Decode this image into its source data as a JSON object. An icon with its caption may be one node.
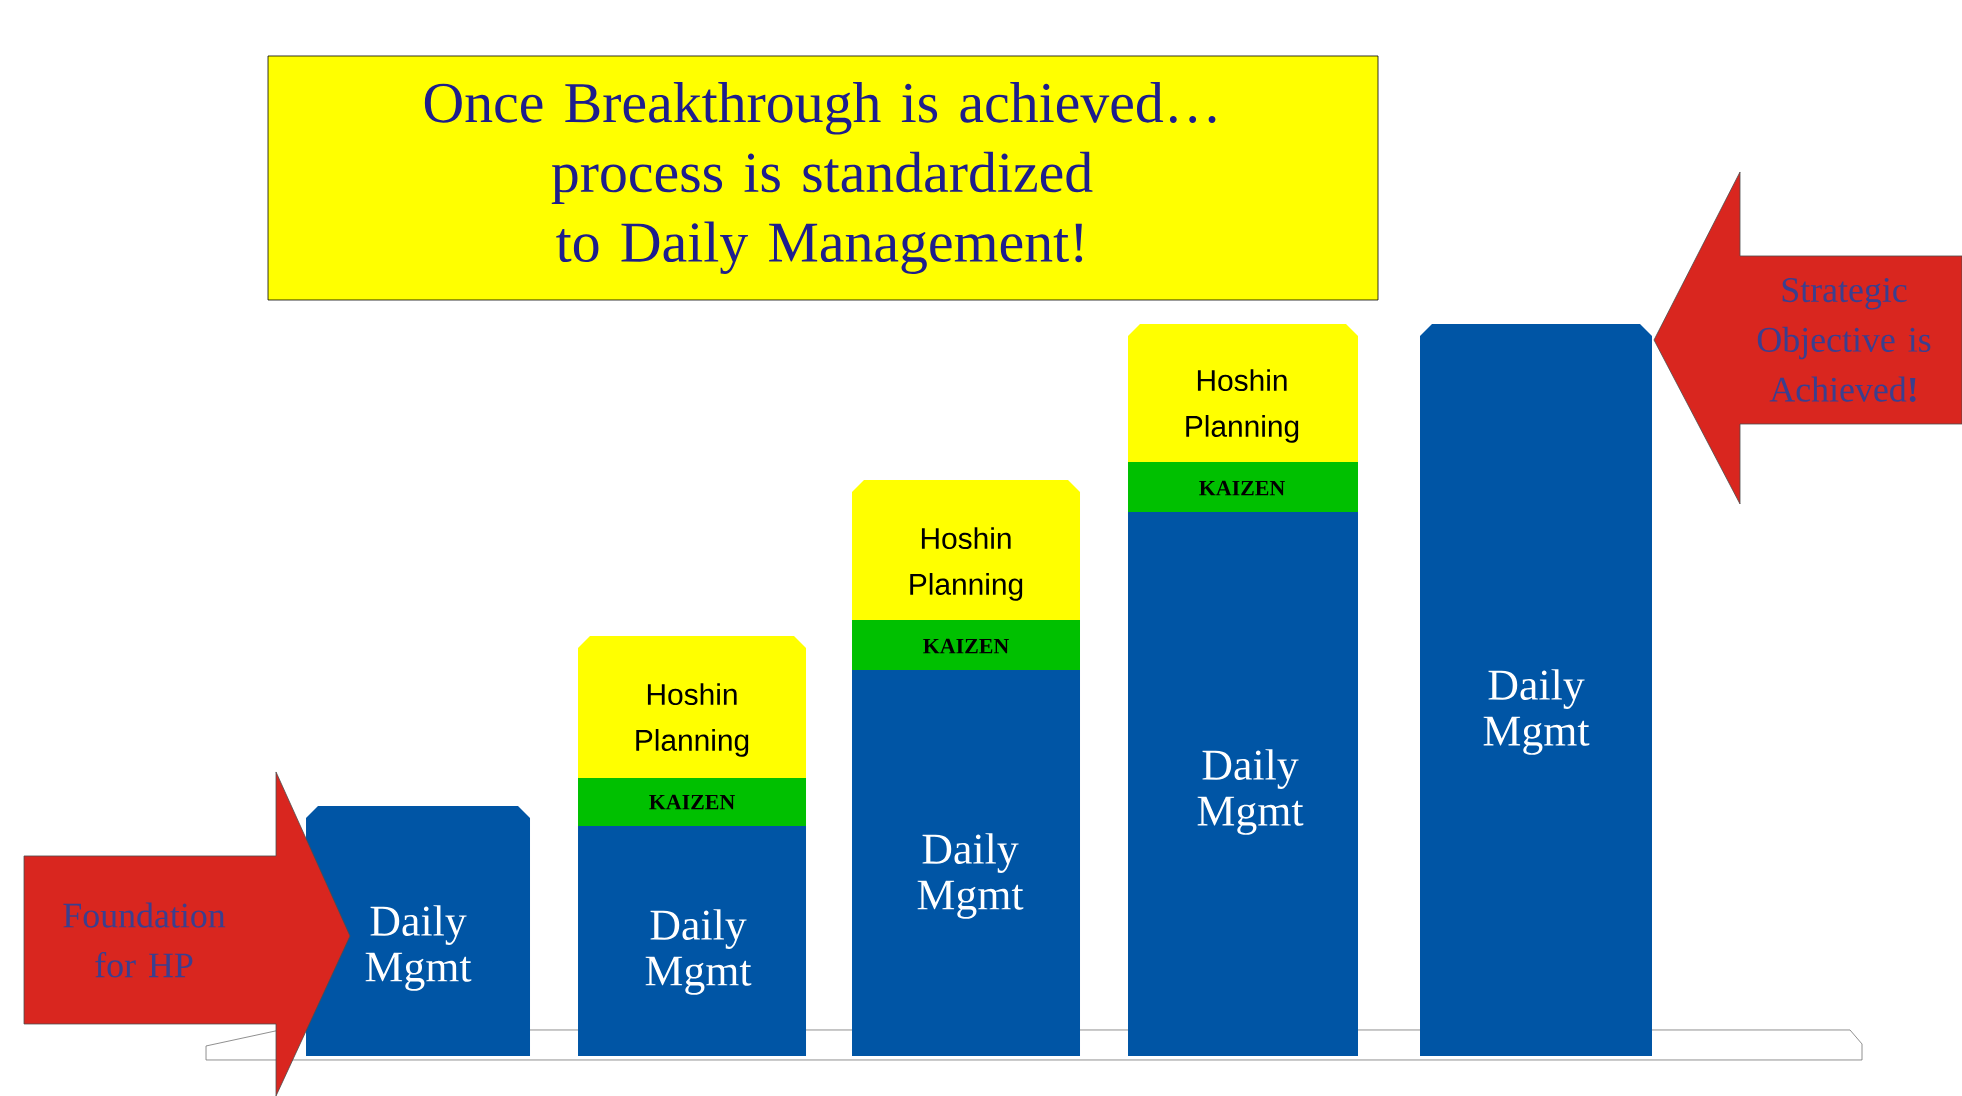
{
  "diagram": {
    "nodes": [
      {
        "text": [
          "Once Breakthrough is achieved… process is standardized to Daily Management!"
        ]
      },
      {
        "text": [
          "Foundation for HP"
        ]
      },
      {
        "text": [
          "Daily Mgmt"
        ]
      },
      {
        "text": [
          "Hoshin Planning"
        ]
      },
      {
        "text": [
          "KAIZEN"
        ]
      },
      {
        "text": [
          "Daily Mgmt"
        ]
      },
      {
        "text": [
          "Hoshin Planning"
        ]
      },
      {
        "text": [
          "KAIZEN"
        ]
      },
      {
        "text": [
          "Daily Mgmt"
        ]
      },
      {
        "text": [
          "Hoshin Planning"
        ]
      },
      {
        "text": [
          "KAIZEN"
        ]
      },
      {
        "text": [
          "Daily Mgmt"
        ]
      },
      {
        "text": [
          "Daily Mgmt"
        ]
      },
      {
        "text": [
          "Strategic Objective is Achieved**!**"
        ]
      }
    ]
  }
}
